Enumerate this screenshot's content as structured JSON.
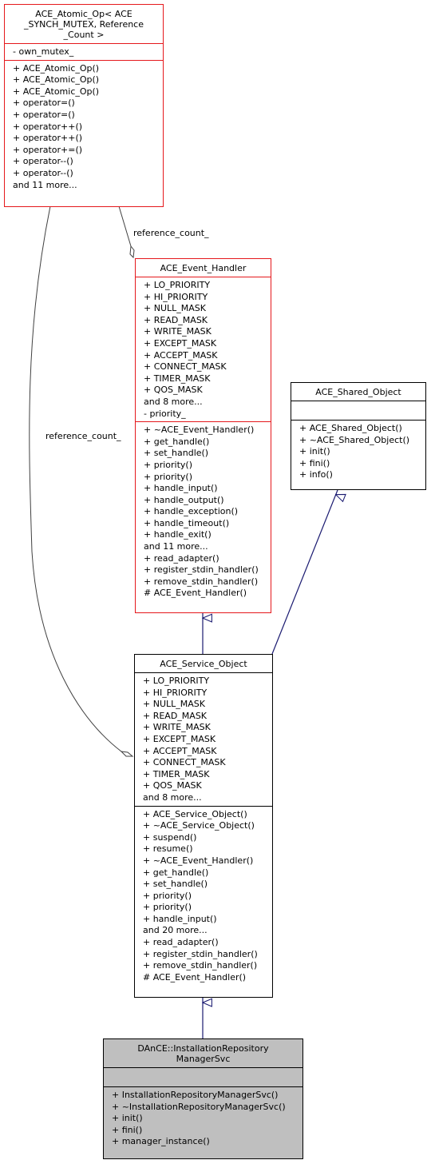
{
  "nodes": {
    "atomic_op": {
      "title_lines": [
        "ACE_Atomic_Op< ACE",
        "_SYNCH_MUTEX, Reference",
        "_Count >"
      ],
      "attributes": [
        "- own_mutex_"
      ],
      "methods": [
        "+ ACE_Atomic_Op()",
        "+ ACE_Atomic_Op()",
        "+ ACE_Atomic_Op()",
        "+ operator=()",
        "+ operator=()",
        "+ operator++()",
        "+ operator++()",
        "+ operator+=()",
        "+ operator--()",
        "+ operator--()",
        "and 11 more..."
      ]
    },
    "event_handler": {
      "title": "ACE_Event_Handler",
      "attributes": [
        "+ LO_PRIORITY",
        "+ HI_PRIORITY",
        "+ NULL_MASK",
        "+ READ_MASK",
        "+ WRITE_MASK",
        "+ EXCEPT_MASK",
        "+ ACCEPT_MASK",
        "+ CONNECT_MASK",
        "+ TIMER_MASK",
        "+ QOS_MASK",
        "and 8 more...",
        "- priority_"
      ],
      "methods": [
        "+ ~ACE_Event_Handler()",
        "+ get_handle()",
        "+ set_handle()",
        "+ priority()",
        "+ priority()",
        "+ handle_input()",
        "+ handle_output()",
        "+ handle_exception()",
        "+ handle_timeout()",
        "+ handle_exit()",
        "and 11 more...",
        "+ read_adapter()",
        "+ register_stdin_handler()",
        "+ remove_stdin_handler()",
        "# ACE_Event_Handler()"
      ]
    },
    "shared_object": {
      "title": "ACE_Shared_Object",
      "attributes": [],
      "methods": [
        "+ ACE_Shared_Object()",
        "+ ~ACE_Shared_Object()",
        "+ init()",
        "+ fini()",
        "+ info()"
      ]
    },
    "service_object": {
      "title": "ACE_Service_Object",
      "attributes": [
        "+ LO_PRIORITY",
        "+ HI_PRIORITY",
        "+ NULL_MASK",
        "+ READ_MASK",
        "+ WRITE_MASK",
        "+ EXCEPT_MASK",
        "+ ACCEPT_MASK",
        "+ CONNECT_MASK",
        "+ TIMER_MASK",
        "+ QOS_MASK",
        "and 8 more..."
      ],
      "methods": [
        "+ ACE_Service_Object()",
        "+ ~ACE_Service_Object()",
        "+ suspend()",
        "+ resume()",
        "+ ~ACE_Event_Handler()",
        "+ get_handle()",
        "+ set_handle()",
        "+ priority()",
        "+ priority()",
        "+ handle_input()",
        "and 20 more...",
        "+ read_adapter()",
        "+ register_stdin_handler()",
        "+ remove_stdin_handler()",
        "# ACE_Event_Handler()"
      ]
    },
    "installation_svc": {
      "title_lines": [
        "DAnCE::InstallationRepository",
        "ManagerSvc"
      ],
      "attributes": [],
      "methods": [
        "+ InstallationRepositoryManagerSvc()",
        "+ ~InstallationRepositoryManagerSvc()",
        "+ init()",
        "+ fini()",
        "+ manager_instance()"
      ]
    }
  },
  "edges": {
    "ref_count_label_upper": "reference_count_",
    "ref_count_label_left": "reference_count_"
  },
  "colors": {
    "highlight_border": "#e5181c",
    "inheritance_edge": "#191970",
    "composition_edge": "#404040",
    "current_node_fill": "#bfbfbf"
  }
}
